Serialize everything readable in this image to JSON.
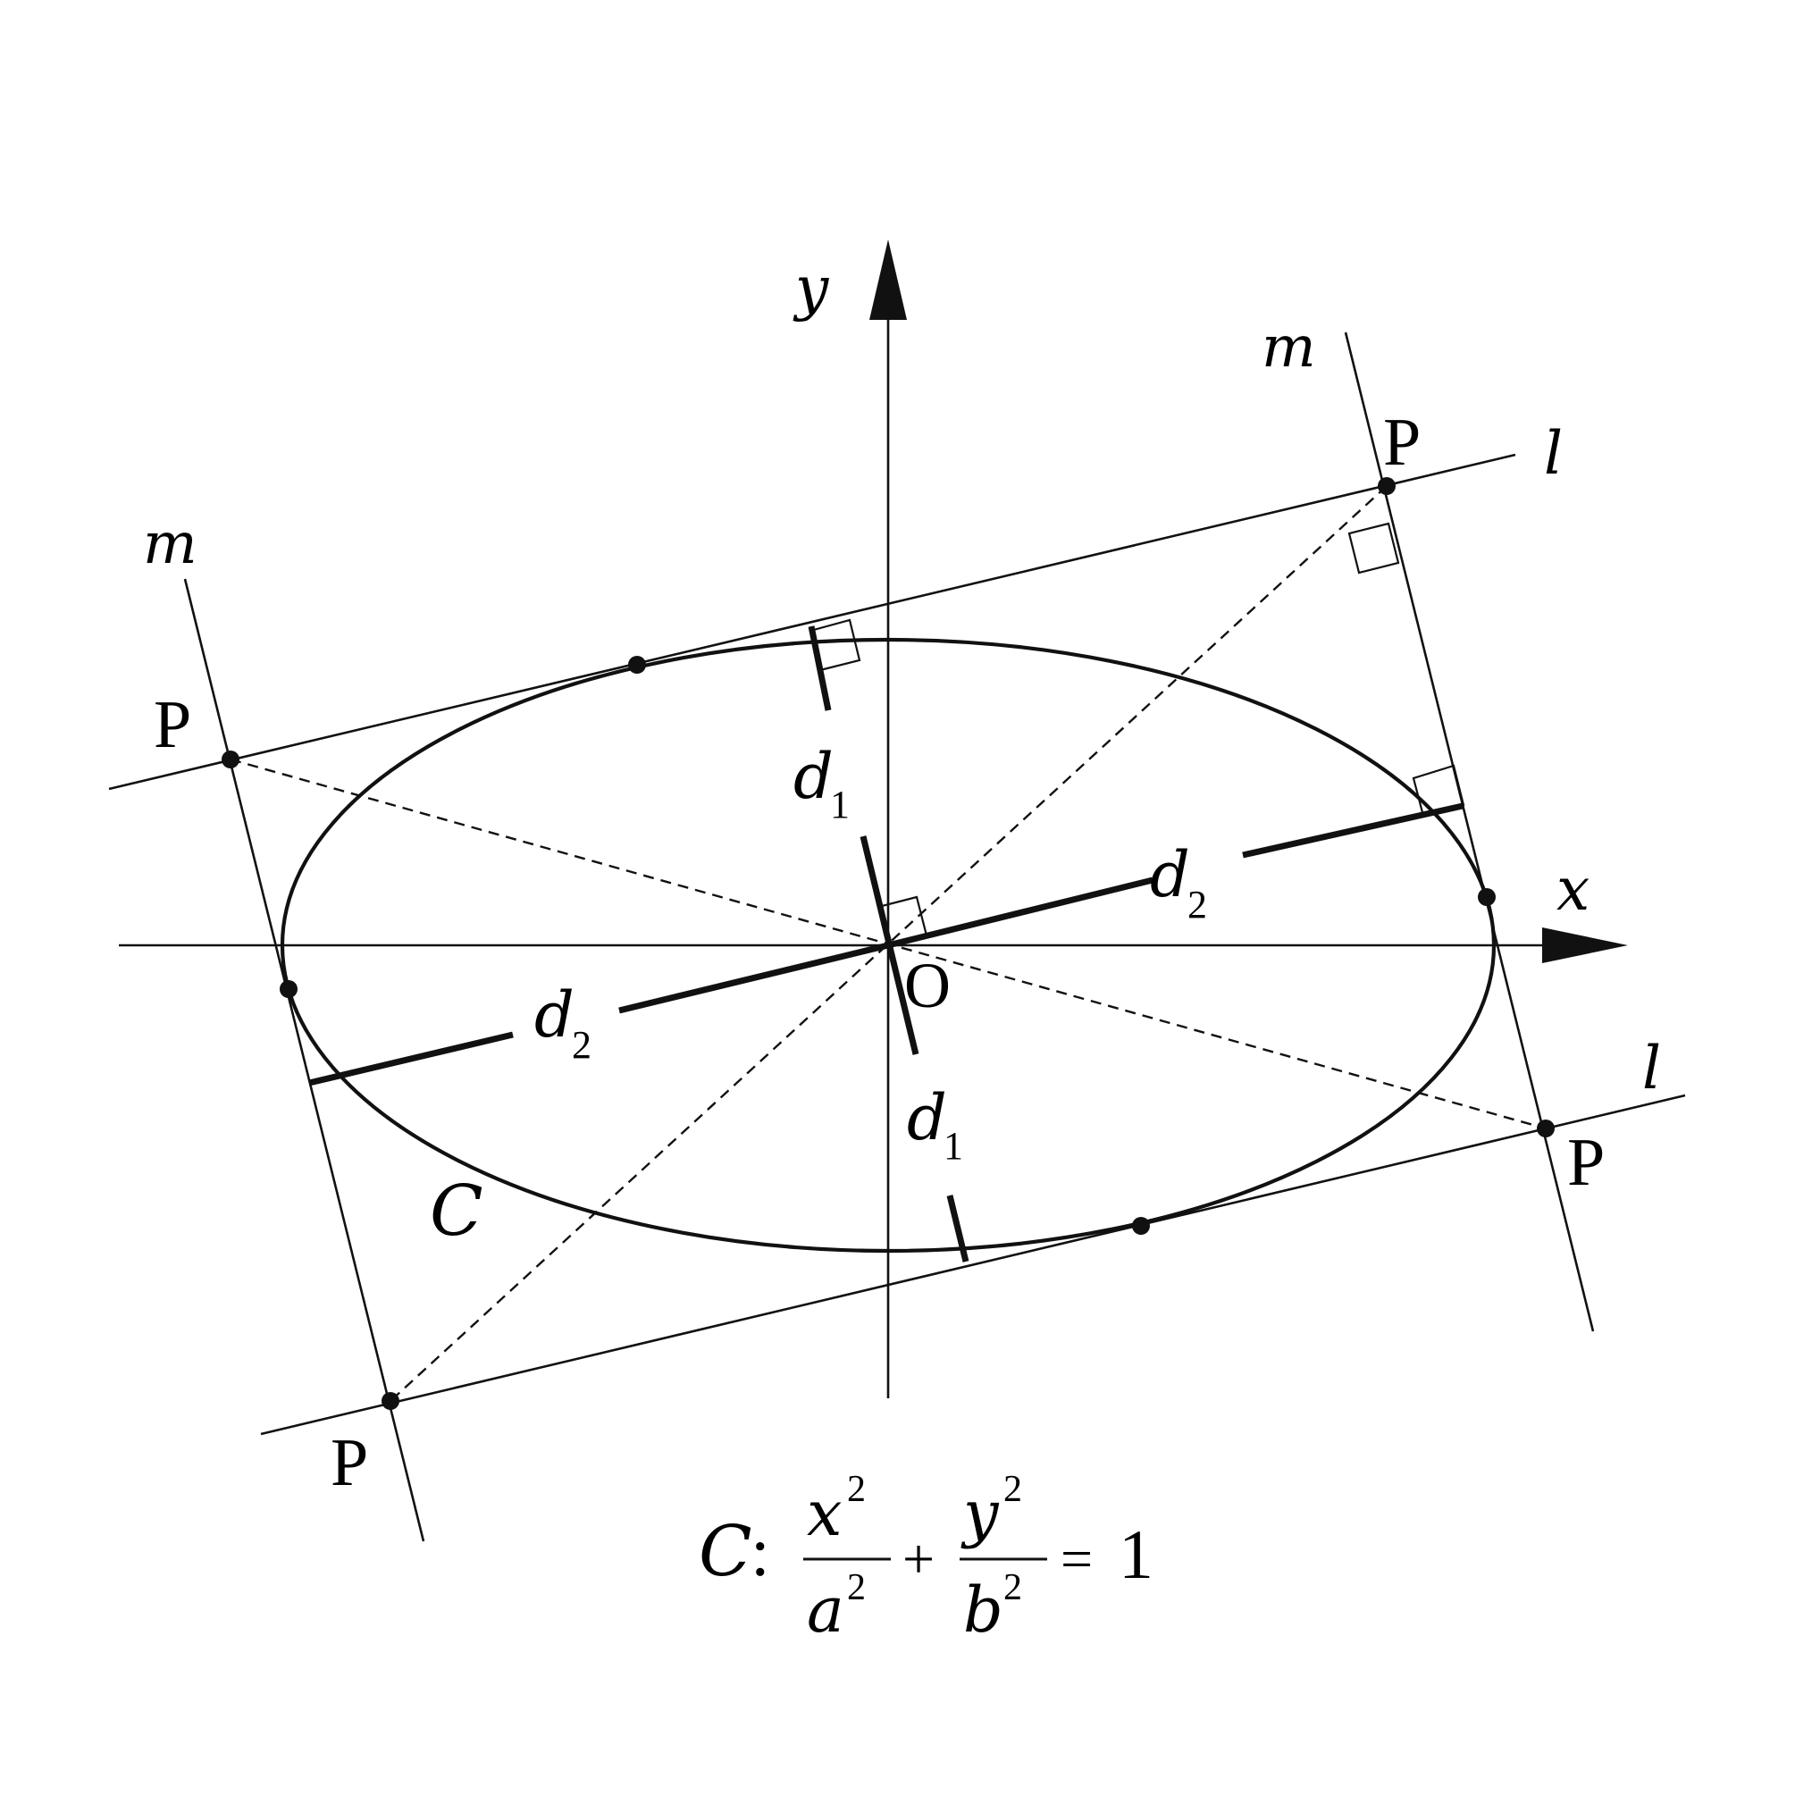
{
  "labels": {
    "axis_x": "x",
    "axis_y": "y",
    "origin": "O",
    "curve": "C",
    "line_l": "l",
    "line_m": "m",
    "point_p": "P",
    "distance_d": "d",
    "subscript_1": "1",
    "subscript_2": "2"
  },
  "equation": {
    "curve_name": "C",
    "colon": ":",
    "x_var": "x",
    "y_var": "y",
    "a_var": "a",
    "b_var": "b",
    "exponent": "2",
    "plus": "+",
    "equals": "=",
    "rhs": "1"
  },
  "colors": {
    "ink": "#111111",
    "background": "#ffffff"
  }
}
